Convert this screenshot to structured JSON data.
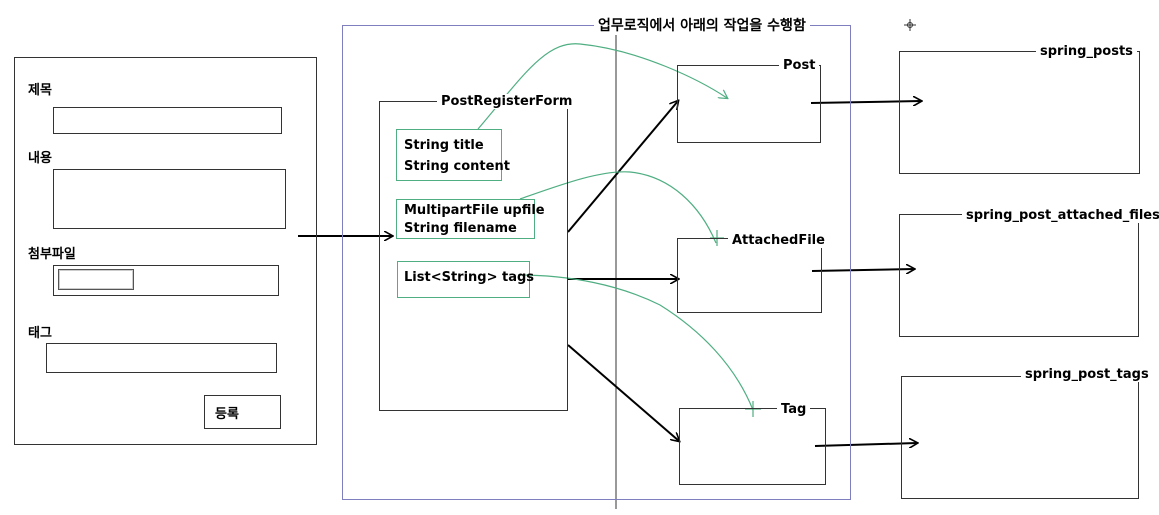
{
  "form": {
    "title_label": "제목",
    "content_label": "내용",
    "file_label": "첨부파일",
    "tag_label": "태그",
    "submit_label": "등록"
  },
  "logic": {
    "title": "업무로직에서 아래의 작업을 수행함"
  },
  "dto": {
    "name": "PostRegisterForm",
    "group1": [
      "String title",
      "String content"
    ],
    "group2": [
      "MultipartFile upfile",
      "String filename"
    ],
    "group3": [
      "List<String> tags"
    ]
  },
  "entities": {
    "post": "Post",
    "attached": "AttachedFile",
    "tag": "Tag"
  },
  "tables": {
    "posts": "spring_posts",
    "attached": "spring_post_attached_files",
    "tags": "spring_post_tags"
  },
  "colors": {
    "frame": "#7f7fc0",
    "green": "#4fae82",
    "ink": "#000000"
  }
}
